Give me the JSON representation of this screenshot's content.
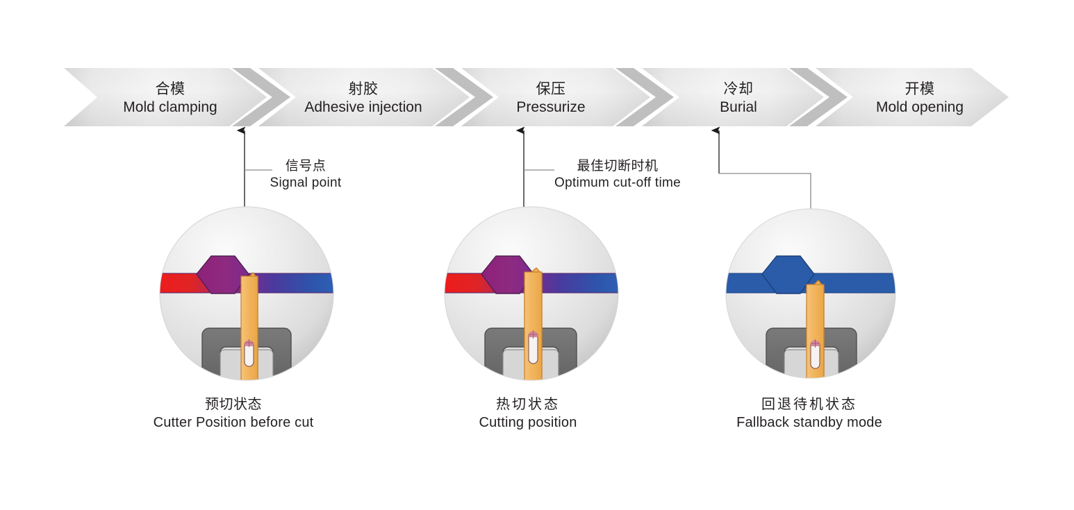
{
  "diagram": {
    "title_cn": "",
    "process_banner": {
      "name": "injection-molding-process-timeline",
      "stages": [
        {
          "cn": "合模",
          "en": "Mold clamping"
        },
        {
          "cn": "射胶",
          "en": "Adhesive injection"
        },
        {
          "cn": "保压",
          "en": "Pressurize"
        },
        {
          "cn": "冷却",
          "en": "Burial"
        },
        {
          "cn": "开模",
          "en": "Mold opening"
        }
      ]
    },
    "annotations": [
      {
        "cn": "信号点",
        "en": "Signal point"
      },
      {
        "cn": "最佳切断时机",
        "en": "Optimum  cut-off  time"
      }
    ],
    "panels": [
      {
        "cn": "预切状态",
        "en": "Cutter Position before cut",
        "bar_state": "hot",
        "blade_state": "before-cut"
      },
      {
        "cn": "热切状态",
        "en": "Cutting  position",
        "bar_state": "hot",
        "blade_state": "cutting"
      },
      {
        "cn": "回退待机状态",
        "en": "Fallback  standby  mode",
        "bar_state": "cooled",
        "blade_state": "retracted"
      }
    ],
    "colors": {
      "banner_light": "#f2f2f2",
      "banner_mid": "#d9d9d9",
      "banner_dark": "#bdbdbd",
      "text": "#231f20",
      "leader_line": "#808080",
      "arrow_line": "#1a1a1a",
      "bar_hot_red": "#e8201c",
      "bar_purple": "#8e2a7e",
      "bar_blue": "#2a52a8",
      "bar_cool_blue": "#2a5caa",
      "blade_orange": "#f2b45c",
      "blade_outline": "#c8802a",
      "mold_gray": "#6e6e6e",
      "mold_inner": "#d4d4d4",
      "sphere_light": "#f0f0f0",
      "sphere_shadow": "#b8b8b8"
    }
  }
}
